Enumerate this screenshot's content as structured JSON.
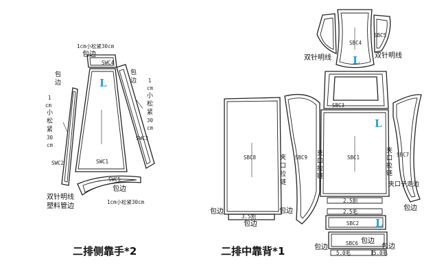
{
  "accent_color": "#1aa6d8",
  "left_group": {
    "caption": "二排侧靠手*2",
    "pieces": {
      "swc4": "SWC4",
      "swc1": "SWC1",
      "swc2": "SWC2",
      "swc3": "SWC3",
      "swc5": "SWC5"
    },
    "notes": {
      "top_elastic": "1cm小松紧30cm",
      "top_binding": "包边",
      "left_binding": "包边",
      "left_elastic": "1 cm 小 松 紧 30 cm",
      "right_binding": "包边",
      "right_elastic": "1 cm 小 松 紧 30 cm",
      "dbl_needle": "双针明线",
      "plastic_binding": "塑料管边",
      "bottom_binding": "包边",
      "bottom_elastic": "1cm小松紧30cm"
    },
    "l_mark": "L"
  },
  "right_group": {
    "caption": "二排中靠背*1",
    "pieces": {
      "sbc4": "SBC4",
      "sbc5": "SBC5",
      "sbc3": "SBC3",
      "sbc8": "SBC8",
      "sbc9": "SBC9",
      "sbc1": "SBC1",
      "sbc7": "SBC7",
      "sbc2": "SBC2",
      "sbc6": "SBC6"
    },
    "notes": {
      "dbl_needle_left": "双针明线",
      "dbl_needle_right": "双针明线",
      "zipper_left": "夹 口 拉 链",
      "zipper_mid": "夹 口 拉 链",
      "zipper_right": "夹 口 拉 链",
      "clip_binding": "夹口子走边",
      "binding_a": "包边",
      "binding_b": "包边",
      "binding_c": "包边",
      "binding_d": "包边",
      "binding_e": "包边",
      "binding_f": "包边",
      "binding_g": "包边",
      "dim_35_cut": "3.5割",
      "dim_25_cut": "2.5割",
      "dim_25_wool": "2.5毛",
      "dim_50_wool_a": "5.0毛",
      "dim_50_wool_b": "5.0毛"
    },
    "l_mark": "L"
  }
}
